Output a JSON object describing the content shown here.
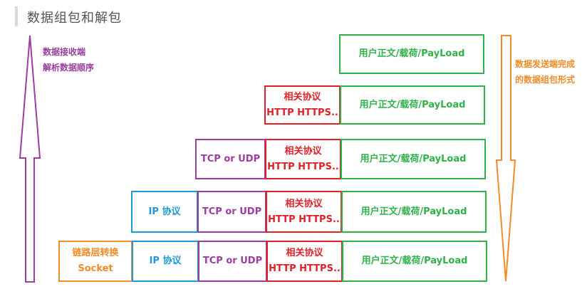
{
  "title": "数据组包和解包",
  "left_note": {
    "line1": "数据接收端",
    "line2": "解析数据顺序"
  },
  "right_note": {
    "line1": "数据发送端完成",
    "line2": "的数据组包形式"
  },
  "layers": {
    "payload": "用户正文/载荷/PayLoad",
    "protocol_line1": "相关协议",
    "protocol_line2": "HTTP HTTPS..",
    "transport": "TCP or UDP",
    "ip": "IP 协议",
    "link_line1": "链路层转换",
    "link_line2": "Socket"
  },
  "colors": {
    "payload": "#2fb24a",
    "protocol": "#e02228",
    "transport": "#9b3ea0",
    "ip": "#1f9ad6",
    "link": "#f28c28"
  }
}
